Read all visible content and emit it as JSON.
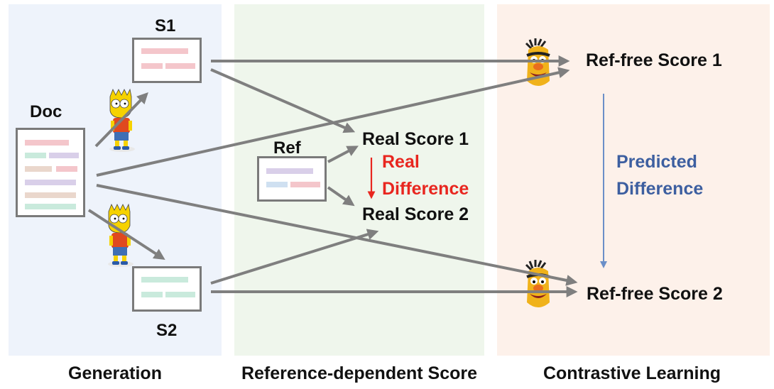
{
  "sections": {
    "generation": "Generation",
    "reference": "Reference-dependent Score",
    "contrastive": "Contrastive Learning"
  },
  "nodes": {
    "doc": "Doc",
    "s1": "S1",
    "s2": "S2",
    "ref": "Ref"
  },
  "scores": {
    "real1": "Real Score 1",
    "real2": "Real Score 2",
    "real_diff_line1": "Real",
    "real_diff_line2": "Difference",
    "free1": "Ref-free Score 1",
    "free2": "Ref-free Score 2",
    "pred_line1": "Predicted",
    "pred_line2": "Difference"
  },
  "colors": {
    "arrow": "#7f7f7f",
    "real_diff": "#e8261f",
    "predicted": "#3d5fa0",
    "predicted_arrow": "#6b8fc8",
    "pink": "#f4c6cb",
    "purple": "#d9cfe9",
    "green": "#c9eadc",
    "tan": "#ead7cc",
    "blue": "#cfe0f1"
  },
  "icons": [
    "bart-figure-icon",
    "bert-muppet-icon"
  ]
}
